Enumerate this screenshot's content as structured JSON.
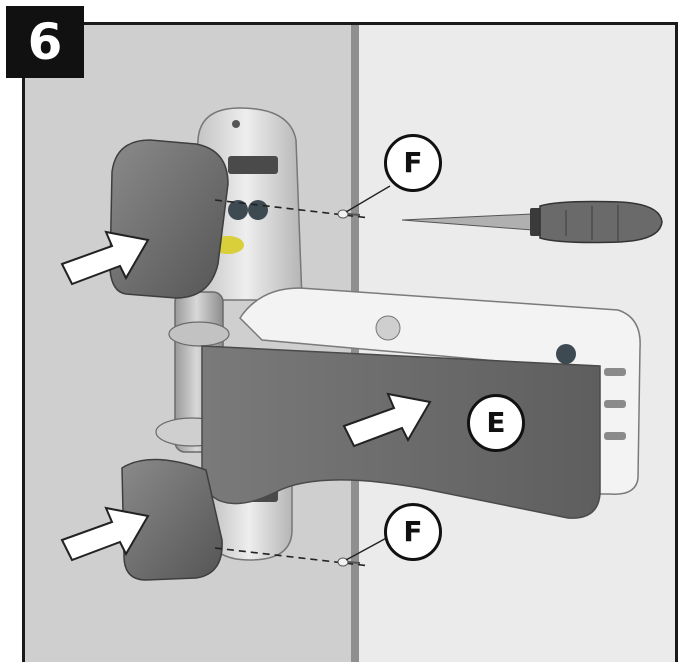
{
  "step": {
    "number": "6"
  },
  "callouts": {
    "upper_screw": "F",
    "lower_screw": "F",
    "cover": "E"
  },
  "colors": {
    "wall_left": "#cfcfcf",
    "wall_right": "#ebebeb",
    "cover_gray": "#6e6e6e",
    "hinge_body": "#d9d9d9",
    "arrow_fill": "#ffffff"
  },
  "icons": [
    "screwdriver-icon",
    "screw-icon",
    "arrow-icon"
  ]
}
